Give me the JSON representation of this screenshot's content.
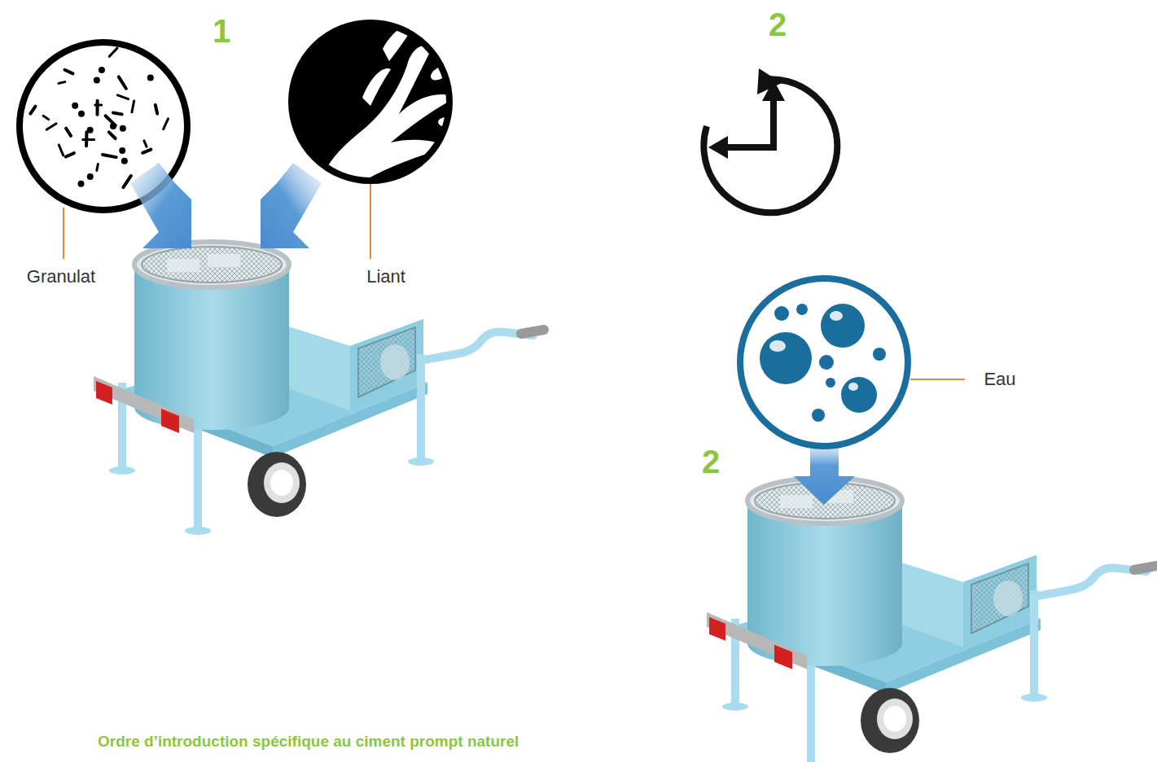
{
  "diagram": {
    "caption": "Ordre d’introduction spécifique au ciment prompt naturel",
    "labels": [
      "1",
      "2",
      "Granulat",
      "Liant",
      "Eau",
      "2"
    ]
  }
}
